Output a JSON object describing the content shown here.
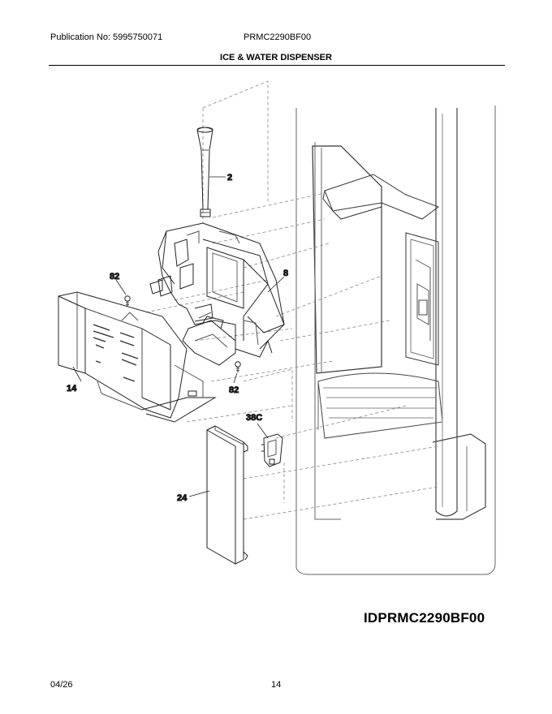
{
  "header": {
    "publication": "Publication No: 5995750071",
    "model": "PRMC2290BF00",
    "title": "ICE & WATER DISPENSER"
  },
  "callouts": [
    "2",
    "8",
    "82",
    "14",
    "82",
    "38C",
    "24"
  ],
  "diagram_id": "IDPRMC2290BF00",
  "footer": {
    "date": "04/26",
    "page": "14"
  }
}
